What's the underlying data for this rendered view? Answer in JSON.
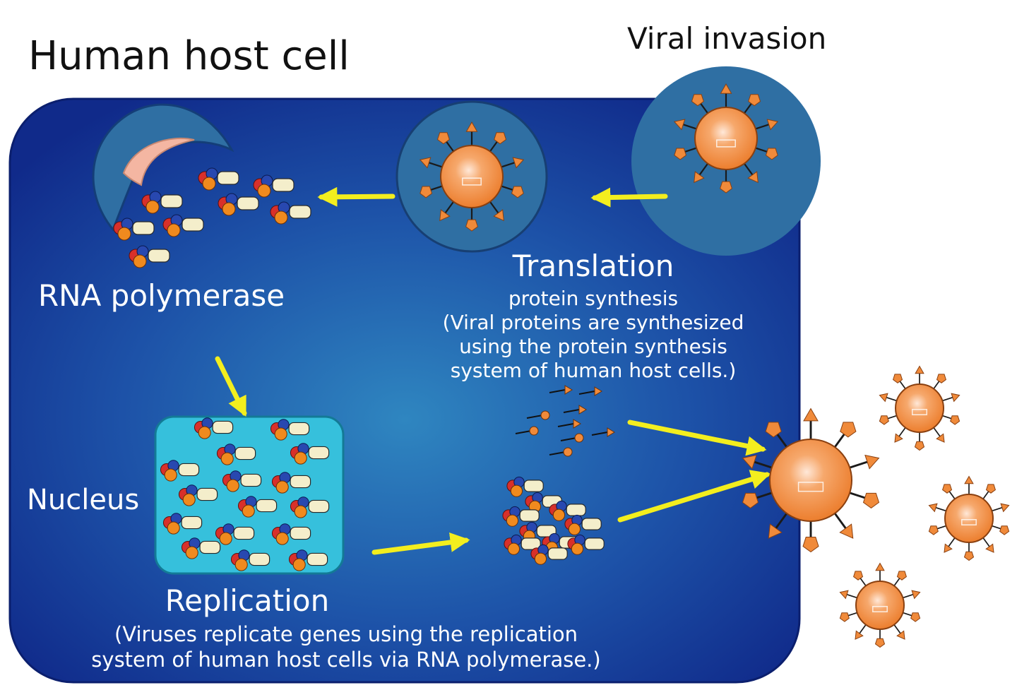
{
  "diagram": {
    "title": "Human host cell",
    "invasion_label": "Viral invasion",
    "rna_label": "RNA polymerase",
    "translation": {
      "heading": "Translation",
      "lines": [
        "protein synthesis",
        "(Viral proteins are synthesized",
        "using the protein synthesis",
        "system of human host cells.)"
      ]
    },
    "nucleus_label": "Nucleus",
    "replication": {
      "heading": "Replication",
      "lines": [
        "(Viruses replicate genes using the replication",
        "system of human host cells via RNA polymerase.)"
      ]
    },
    "colors": {
      "cell_dark": "#102a8a",
      "cell_light": "#2f86c0",
      "vesicle": "#2f6fa3",
      "nucleus_fill": "#36c0dc",
      "virus_core": "#f08a3a",
      "arrow": "#f3ee1e",
      "gene_red": "#d8302a",
      "gene_blue": "#2848b0",
      "gene_orange": "#f08a1e"
    }
  }
}
